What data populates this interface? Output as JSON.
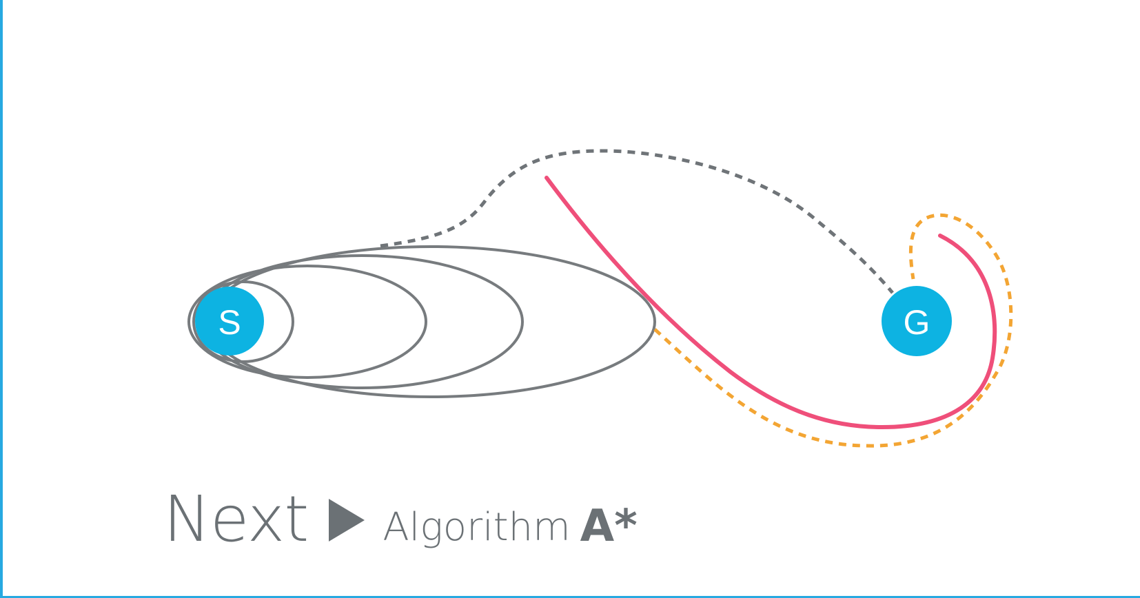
{
  "colors": {
    "background": "#ffffff",
    "frame_edge": "#27a9e1",
    "node_fill": "#0db3e2",
    "node_text": "#ffffff",
    "ellipse_stroke": "#777b7e",
    "gray_dashed": "#6f7478",
    "red_path": "#ef4f7a",
    "orange_dashed": "#f3a533",
    "caption_text": "#6b7175"
  },
  "nodes": {
    "start": {
      "label": "S"
    },
    "goal": {
      "label": "G"
    }
  },
  "caption": {
    "next": "Next",
    "play_icon": "play-triangle-icon",
    "algorithm": "Algorithm",
    "algorithm_name": "A*"
  }
}
